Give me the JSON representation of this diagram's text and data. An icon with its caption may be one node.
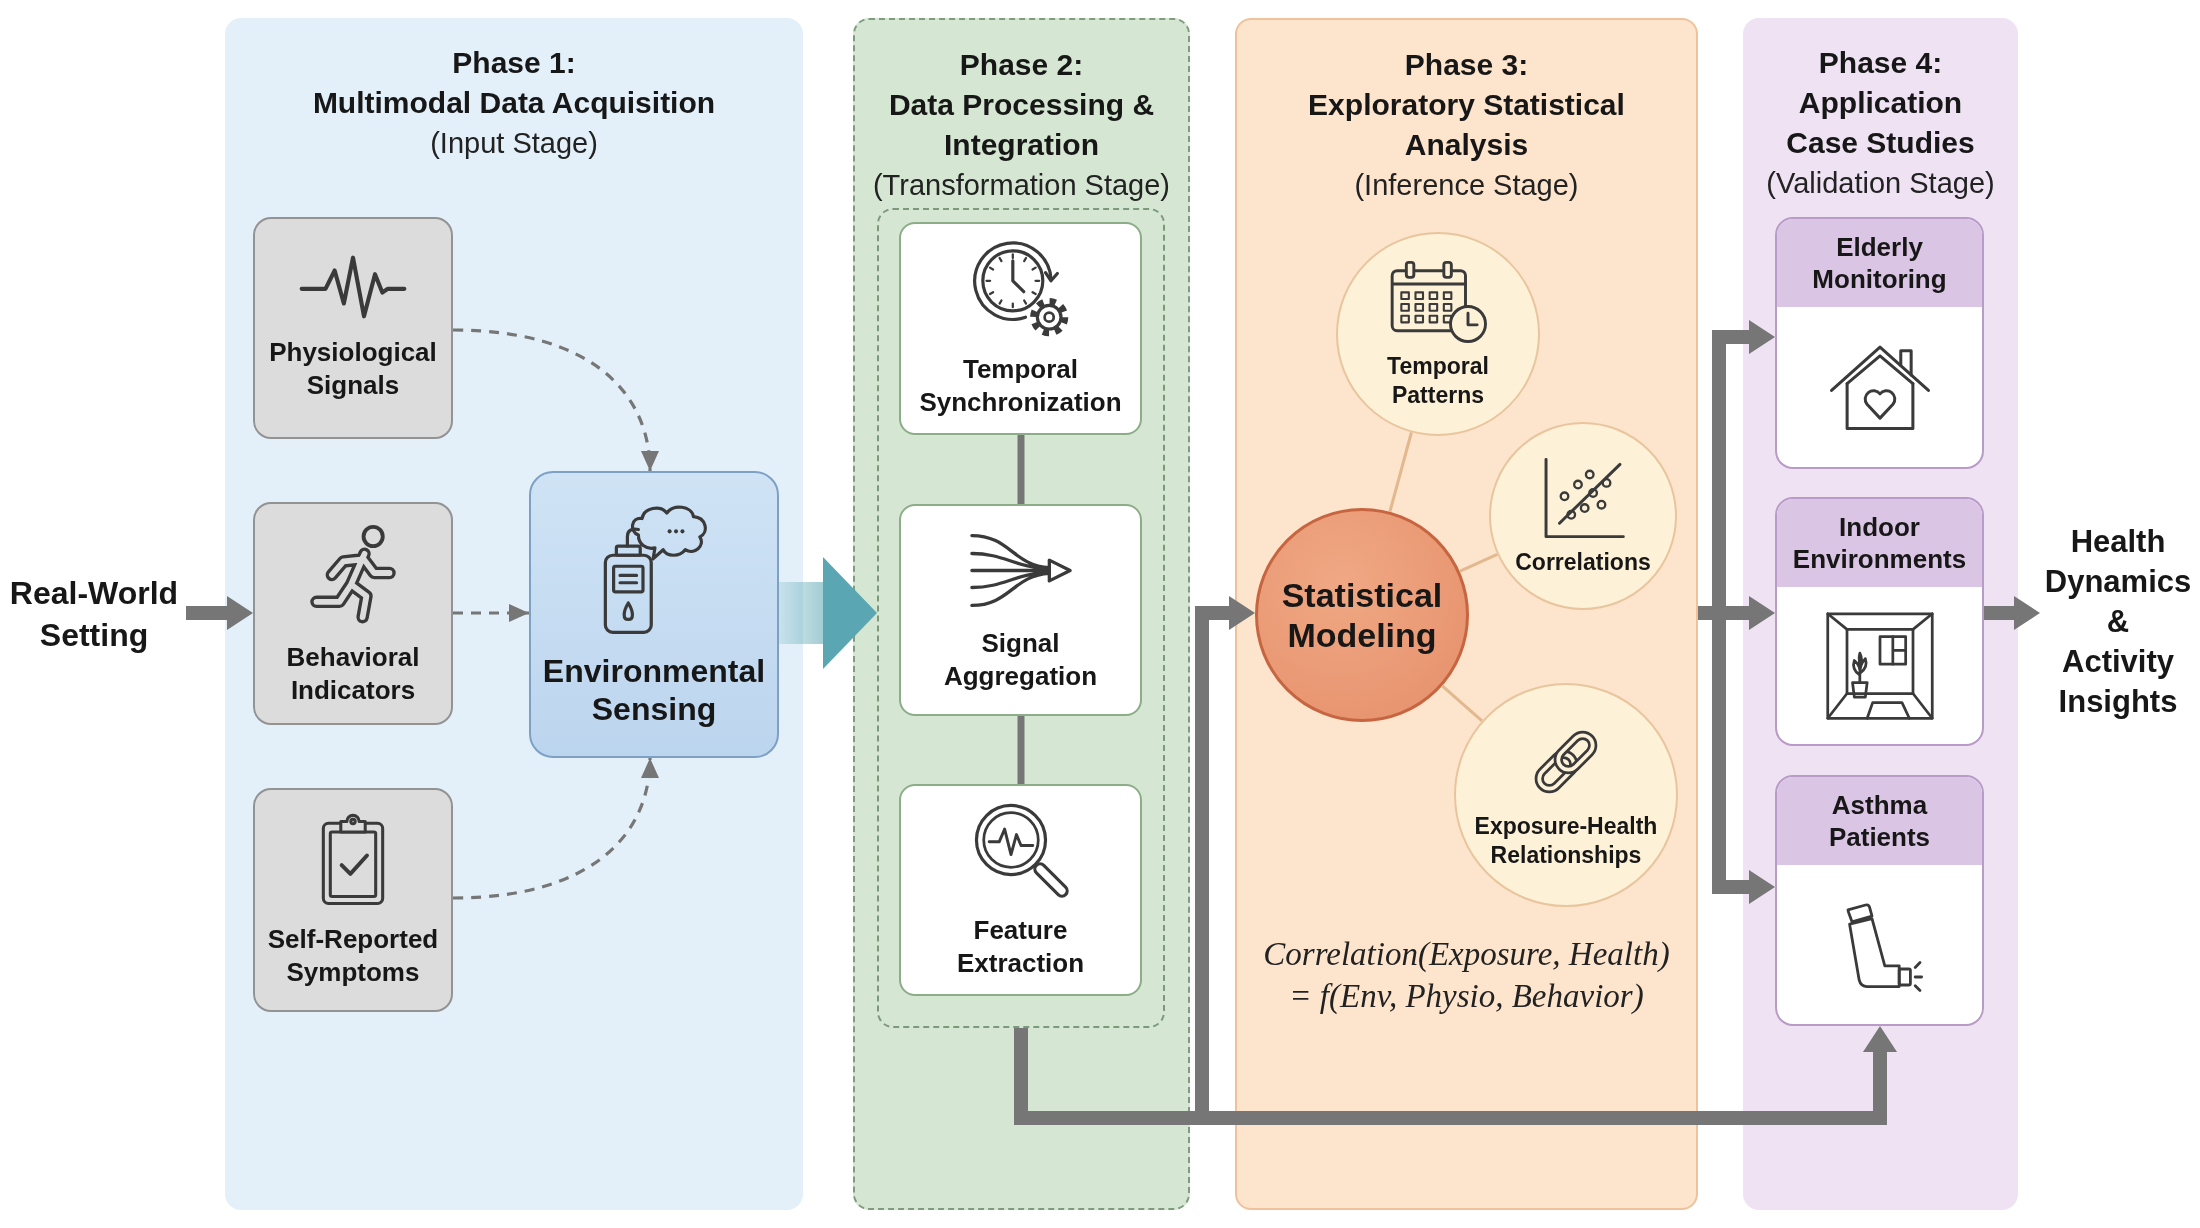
{
  "diagram": {
    "nodes": [
      {
        "text": [
          "Real-World Setting"
        ]
      },
      {
        "text": [
          "Phase 1:",
          "Multimodal Data Acquisition",
          "(Input Stage)"
        ]
      },
      {
        "text": [
          "Physiological Signals"
        ],
        "in": 1
      },
      {
        "text": [
          "Behavioral Indicators"
        ],
        "in": 1
      },
      {
        "text": [
          "Self-Reported Symptoms"
        ],
        "in": 1
      },
      {
        "text": [
          "Environmental Sensing"
        ],
        "in": 1
      },
      {
        "text": [
          "Phase 2:",
          "Data Processing & Integration",
          "(Transformation Stage)"
        ]
      },
      {
        "text": [],
        "shape": "box",
        "in": 6
      },
      {
        "text": [
          "Temporal Synchronization"
        ],
        "in": 7
      },
      {
        "text": [
          "Signal Aggregation"
        ],
        "in": 7
      },
      {
        "text": [
          "Feature Extraction"
        ],
        "in": 7
      },
      {
        "text": [
          "Phase 3:",
          "Exploratory Statistical Analysis",
          "(Inference Stage)",
          "Correlation(Exposure, Health) = f(Env, Physio, Behavior)"
        ]
      },
      {
        "text": [
          "Temporal Patterns"
        ],
        "in": 11
      },
      {
        "text": [
          "Correlations"
        ],
        "in": 11
      },
      {
        "text": [
          "Statistical Modeling"
        ],
        "in": 11
      },
      {
        "text": [
          "Exposure-Health Relationships"
        ],
        "in": 11
      },
      {
        "text": [
          "Phase 4:",
          "Application Case Studies",
          "(Validation Stage)"
        ]
      },
      {
        "text": [
          "Elderly Monitoring"
        ],
        "in": 16
      },
      {
        "text": [
          "Indoor Environments"
        ],
        "in": 16
      },
      {
        "text": [
          "Asthma Patients"
        ],
        "in": 16
      },
      {
        "text": [
          "Health Dynamics & Activity Insights"
        ]
      }
    ],
    "edges": [
      {
        "from": 0,
        "to": 3,
        "arrow": "to",
        "style": "thick"
      },
      {
        "from": 2,
        "to": 5,
        "arrow": "to",
        "style": "dashed"
      },
      {
        "from": 3,
        "to": 5,
        "arrow": "to",
        "style": "dashed"
      },
      {
        "from": 4,
        "to": 5,
        "arrow": "to",
        "style": "dashed"
      },
      {
        "from": 5,
        "to": 7,
        "arrow": "to",
        "style": "thick",
        "color": "#5aa6b2"
      },
      {
        "from": 8,
        "to": 9,
        "arrow": "none"
      },
      {
        "from": 9,
        "to": 10,
        "arrow": "none"
      },
      {
        "from": 7,
        "to": 14,
        "arrow": "to",
        "style": "thick"
      },
      {
        "from": 7,
        "to": 19,
        "arrow": "to",
        "style": "thick"
      },
      {
        "from": 14,
        "to": 12,
        "arrow": "none",
        "color": "#e2b88e"
      },
      {
        "from": 14,
        "to": 13,
        "arrow": "none",
        "color": "#e2b88e"
      },
      {
        "from": 14,
        "to": 15,
        "arrow": "none",
        "color": "#e2b88e"
      },
      {
        "from": 11,
        "to": 17,
        "arrow": "to",
        "style": "thick"
      },
      {
        "from": 11,
        "to": 18,
        "arrow": "to",
        "style": "thick"
      },
      {
        "from": 11,
        "to": 19,
        "arrow": "to",
        "style": "thick"
      },
      {
        "from": 18,
        "to": 20,
        "arrow": "to",
        "style": "thick"
      }
    ]
  }
}
